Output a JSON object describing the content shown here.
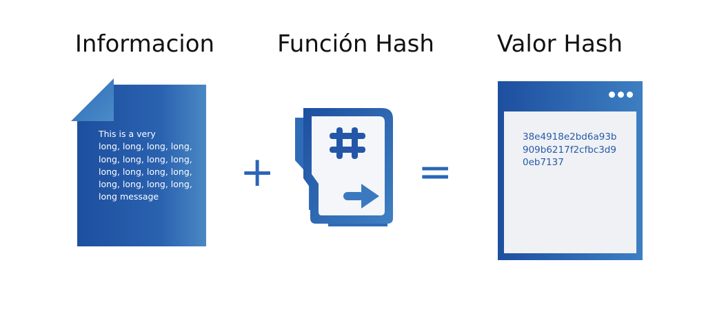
{
  "headings": {
    "information": "Informacion",
    "hash_function": "Función Hash",
    "hash_value": "Valor Hash"
  },
  "document": {
    "lines": [
      "This is a very",
      "long, long, long, long,",
      "long, long, long, long,",
      "long, long, long, long,",
      "long, long, long, long,",
      "long message"
    ]
  },
  "operators": {
    "plus": "+",
    "equals": "="
  },
  "hash_value": {
    "lines": [
      "38e4918e2bd6a93b",
      "909b6217f2cfbc3d9",
      "0eb7137"
    ]
  },
  "colors": {
    "primary_blue": "#2a5db0",
    "dark_blue": "#1d4e9e",
    "light_blue": "#4a8cc8",
    "panel_bg": "#f0f2f6"
  },
  "icons": {
    "document": "document-icon",
    "hash_function": "hash-function-icon",
    "window": "window-icon"
  }
}
